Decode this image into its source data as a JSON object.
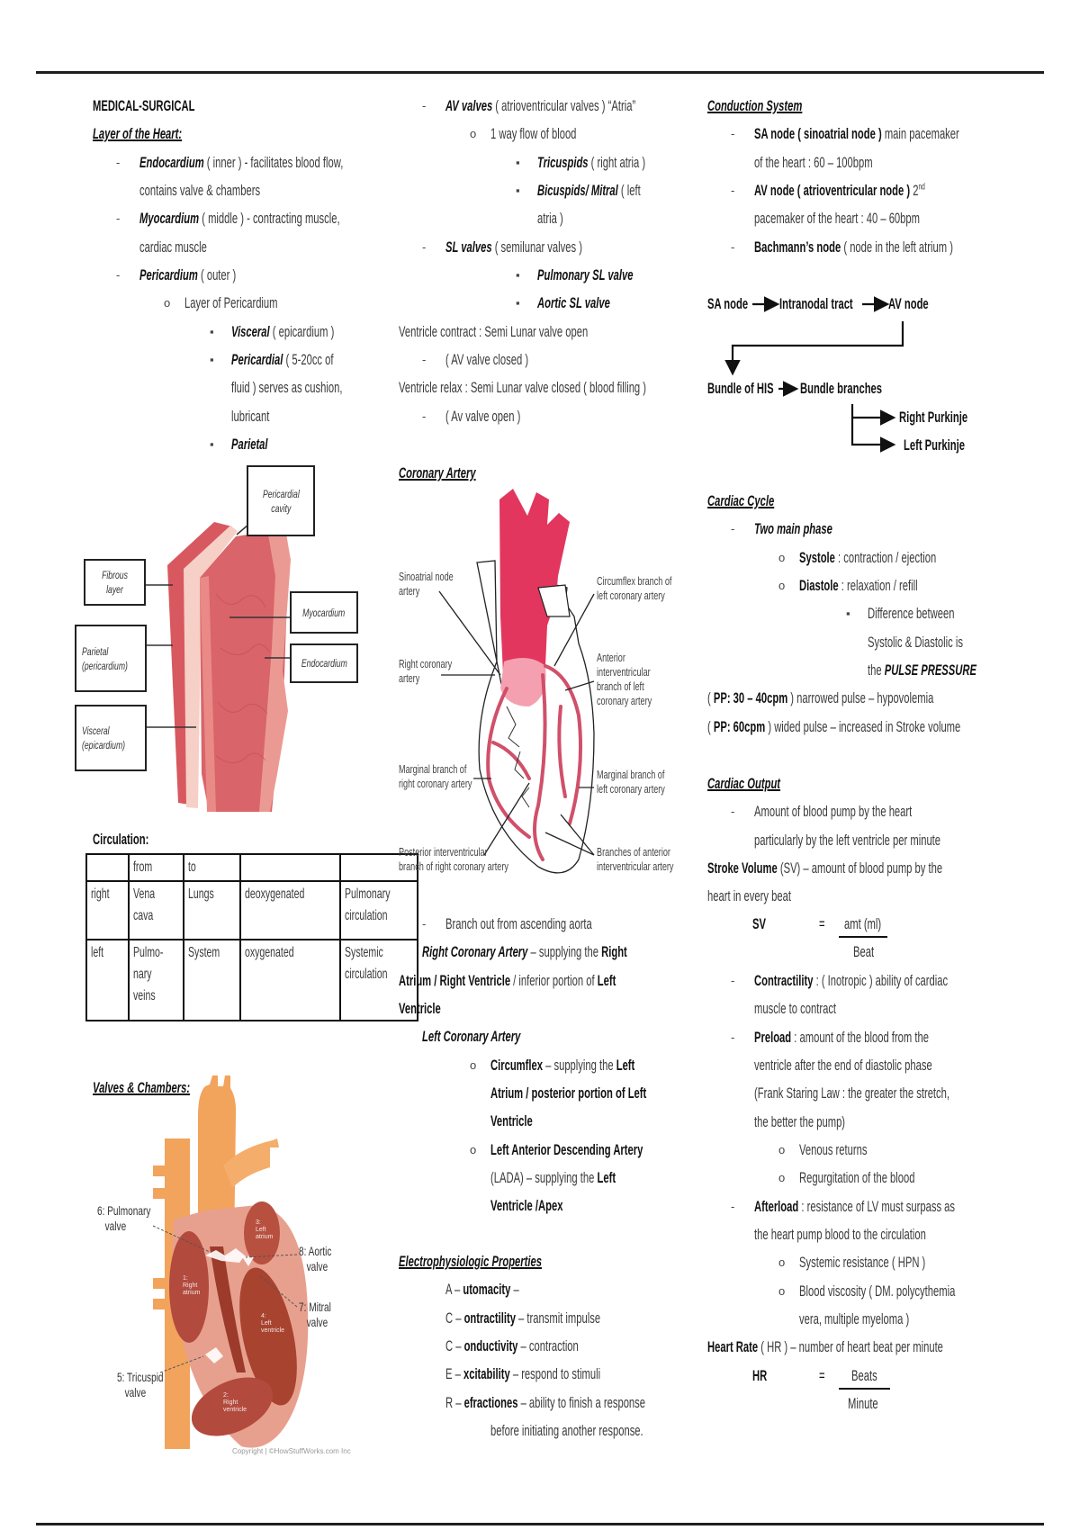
{
  "left": {
    "layers": [
      {
        "lvl": 0,
        "segs": [
          [
            "MEDICAL-SURGICAL",
            "b"
          ]
        ]
      },
      {
        "lvl": 0,
        "segs": [
          [
            "Layer of the Heart:",
            "biu"
          ]
        ]
      },
      {
        "lvl": 1,
        "mark": "dash",
        "segs": [
          [
            "Endocardium",
            "bi"
          ],
          [
            " ( inner ) - facilitates blood flow,",
            ""
          ]
        ]
      },
      {
        "lvl": 1,
        "segs": [
          [
            "contains valve & chambers",
            ""
          ]
        ]
      },
      {
        "lvl": 1,
        "mark": "dash",
        "segs": [
          [
            "Myocardium",
            "bi"
          ],
          [
            " ( middle ) - contracting muscle,",
            ""
          ]
        ]
      },
      {
        "lvl": 1,
        "segs": [
          [
            "cardiac muscle",
            ""
          ]
        ]
      },
      {
        "lvl": 1,
        "mark": "dash",
        "segs": [
          [
            "Pericardium",
            "bi"
          ],
          [
            " ( outer )",
            ""
          ]
        ]
      },
      {
        "lvl": 2,
        "mark": "circle",
        "segs": [
          [
            "Layer of Pericardium",
            ""
          ]
        ]
      },
      {
        "lvl": 3,
        "mark": "square",
        "segs": [
          [
            "Visceral",
            "bi"
          ],
          [
            " ( epicardium )",
            ""
          ]
        ]
      },
      {
        "lvl": 3,
        "mark": "square",
        "segs": [
          [
            "Pericardial",
            "bi"
          ],
          [
            " ( 5-20cc of",
            ""
          ]
        ]
      },
      {
        "lvl": 3,
        "segs": [
          [
            "fluid ) serves as cushion,",
            ""
          ]
        ]
      },
      {
        "lvl": 3,
        "segs": [
          [
            "lubricant",
            ""
          ]
        ]
      },
      {
        "lvl": 3,
        "mark": "square",
        "segs": [
          [
            "Parietal",
            "bi"
          ]
        ]
      }
    ],
    "pericardium_figure": {
      "cavity": [
        "Pericardial",
        "cavity"
      ],
      "fibrous": "Fibrous layer",
      "parietal": [
        "Parietal",
        "(pericardium)"
      ],
      "visceral": [
        "Visceral",
        "(epicardium)"
      ],
      "myocardium": "Myocardium",
      "endocardium": "Endocardium"
    },
    "circulation_title": "Circulation:",
    "circulation_table": {
      "header": [
        "",
        "from",
        "to",
        "",
        ""
      ],
      "rows": [
        [
          [
            "right"
          ],
          [
            "Vena",
            "cava"
          ],
          [
            "Lungs"
          ],
          [
            "deoxygenated"
          ],
          [
            "Pulmonary",
            "circulation"
          ]
        ],
        [
          [
            "left"
          ],
          [
            "Pulmo-",
            "nary",
            "veins"
          ],
          [
            "System"
          ],
          [
            "oxygenated"
          ],
          [
            "Systemic",
            "circulation"
          ]
        ]
      ]
    },
    "valves_title": "Valves & Chambers:",
    "valves_figure": {
      "pulmonary": [
        "6: Pulmonary",
        "valve"
      ],
      "aortic": [
        "8: Aortic",
        "valve"
      ],
      "mitral": [
        "7: Mitral",
        "valve"
      ],
      "tricuspid": [
        "5: Tricuspid",
        "valve"
      ],
      "left_atrium": [
        "3:",
        "Left",
        "atrium"
      ],
      "right_atrium": [
        "1:",
        "Right",
        "atrium"
      ],
      "left_ventricle": [
        "4:",
        "Left",
        "ventricle"
      ],
      "right_ventricle": [
        "2:",
        "Right",
        "ventricle"
      ],
      "credit": "Copyright | ©HowStuffWorks.com Inc"
    }
  },
  "middle": {
    "valves": [
      {
        "lvl": 1,
        "mark": "dash",
        "segs": [
          [
            "AV valves",
            "bi"
          ],
          [
            " ( atrioventricular valves ) “Atria”",
            ""
          ]
        ]
      },
      {
        "lvl": 2,
        "mark": "circle",
        "segs": [
          [
            "1 way flow of blood",
            ""
          ]
        ]
      },
      {
        "lvl": 3,
        "mark": "square",
        "segs": [
          [
            "Tricuspids",
            "bi"
          ],
          [
            " ( right atria )",
            ""
          ]
        ]
      },
      {
        "lvl": 3,
        "mark": "square",
        "segs": [
          [
            "Bicuspids/ Mitral",
            "bi"
          ],
          [
            " ( left",
            ""
          ]
        ]
      },
      {
        "lvl": 3,
        "segs": [
          [
            "atria )",
            ""
          ]
        ]
      },
      {
        "lvl": 1,
        "mark": "dash",
        "segs": [
          [
            "SL valves",
            "bi"
          ],
          [
            " ( semilunar valves )",
            ""
          ]
        ]
      },
      {
        "lvl": 3,
        "mark": "square",
        "segs": [
          [
            "Pulmonary SL valve",
            "bi"
          ]
        ]
      },
      {
        "lvl": 3,
        "mark": "square",
        "segs": [
          [
            "Aortic  SL valve",
            "bi"
          ]
        ]
      },
      {
        "lvl": 0,
        "segs": [
          [
            "Ventricle contract : Semi Lunar valve open",
            ""
          ]
        ]
      },
      {
        "lvl": 1,
        "mark": "dash",
        "segs": [
          [
            "( AV valve closed )",
            ""
          ]
        ]
      },
      {
        "lvl": 0,
        "segs": [
          [
            "Ventricle relax : Semi Lunar valve closed ( blood filling )",
            ""
          ]
        ]
      },
      {
        "lvl": 1,
        "mark": "dash",
        "segs": [
          [
            "( Av valve open )",
            ""
          ]
        ]
      }
    ],
    "coronary_title": [
      {
        "lvl": 0,
        "segs": [
          [
            "Coronary Artery",
            "biu"
          ]
        ]
      }
    ],
    "coronary_figure": {
      "sinoatrial": [
        "Sinoatrial node",
        "artery"
      ],
      "right_coronary": [
        "Right coronary",
        "artery"
      ],
      "marginal_right": [
        "Marginal branch of",
        "right coronary artery"
      ],
      "posterior": [
        "Posterior interventricular",
        "branch of right coronary artery"
      ],
      "circumflex": [
        "Circumflex branch of",
        "left coronary artery"
      ],
      "anterior": [
        "Anterior",
        "interventricular",
        "branch of left",
        "coronary artery"
      ],
      "marginal_left": [
        "Marginal branch of",
        "left coronary artery"
      ],
      "branches": [
        "Branches of anterior",
        "interventricular artery"
      ]
    },
    "coronary_notes": [
      {
        "lvl": 1,
        "mark": "dash",
        "segs": [
          [
            "Branch out from ascending aorta",
            ""
          ]
        ]
      },
      {
        "lvl": "sub",
        "segs": [
          [
            "Right Coronary Artery",
            "bi"
          ],
          [
            " – supplying the ",
            ""
          ],
          [
            "Right",
            "b"
          ]
        ]
      },
      {
        "lvl": 0,
        "segs": [
          [
            "Atrium / Right Ventricle",
            "b"
          ],
          [
            " / inferior portion of ",
            ""
          ],
          [
            "Left",
            "b"
          ]
        ]
      },
      {
        "lvl": 0,
        "segs": [
          [
            "Ventricle",
            "b"
          ]
        ]
      },
      {
        "lvl": "sub",
        "segs": [
          [
            "Left Coronary Artery",
            "bi"
          ]
        ]
      },
      {
        "lvl": 2,
        "mark": "circle",
        "segs": [
          [
            "Circumflex",
            "b"
          ],
          [
            " – supplying the ",
            ""
          ],
          [
            "Left",
            "b"
          ]
        ]
      },
      {
        "lvl": 2,
        "segs": [
          [
            "Atrium / posterior portion of Left",
            "b"
          ]
        ]
      },
      {
        "lvl": 2,
        "segs": [
          [
            "Ventricle",
            "b"
          ]
        ]
      },
      {
        "lvl": 2,
        "mark": "circle",
        "segs": [
          [
            "Left Anterior Descending Artery",
            "b"
          ]
        ]
      },
      {
        "lvl": 2,
        "segs": [
          [
            "(LADA) – supplying the ",
            ""
          ],
          [
            "Left",
            "b"
          ]
        ]
      },
      {
        "lvl": 2,
        "segs": [
          [
            "Ventricle /Apex",
            "b"
          ]
        ]
      }
    ],
    "electro": [
      {
        "lvl": 0,
        "segs": [
          [
            "Electrophysiologic Properties",
            "biu"
          ]
        ]
      },
      {
        "lvl": 1,
        "segs": [
          [
            "A – ",
            ""
          ],
          [
            "utomacity",
            "b"
          ],
          [
            " –",
            ""
          ]
        ]
      },
      {
        "lvl": 1,
        "segs": [
          [
            "C – ",
            ""
          ],
          [
            "ontractility",
            "b"
          ],
          [
            " – transmit impulse",
            ""
          ]
        ]
      },
      {
        "lvl": 1,
        "segs": [
          [
            "C – ",
            ""
          ],
          [
            "onductivity",
            "b"
          ],
          [
            " – contraction",
            ""
          ]
        ]
      },
      {
        "lvl": 1,
        "segs": [
          [
            "E – ",
            ""
          ],
          [
            "xcitability",
            "b"
          ],
          [
            " – respond to stimuli",
            ""
          ]
        ]
      },
      {
        "lvl": 1,
        "segs": [
          [
            "R – ",
            ""
          ],
          [
            "efractiones",
            "b"
          ],
          [
            " – ability to finish a response",
            ""
          ]
        ]
      },
      {
        "lvl": 2,
        "segs": [
          [
            "before initiating another response.",
            ""
          ]
        ]
      }
    ]
  },
  "right": {
    "conduction": [
      {
        "lvl": 0,
        "segs": [
          [
            "Conduction System",
            "biu"
          ]
        ]
      },
      {
        "lvl": 1,
        "mark": "dash",
        "segs": [
          [
            "SA node ( sinoatrial node )",
            "b"
          ],
          [
            " main pacemaker",
            ""
          ]
        ]
      },
      {
        "lvl": 1,
        "segs": [
          [
            "of the heart : 60 – 100bpm",
            ""
          ]
        ]
      },
      {
        "lvl": 1,
        "mark": "dash",
        "segs": [
          [
            "AV node ( atrioventricular node )",
            "b"
          ],
          [
            " 2",
            ""
          ],
          [
            "nd",
            "sup"
          ]
        ]
      },
      {
        "lvl": 1,
        "segs": [
          [
            "pacemaker of the heart : 40 – 60bpm",
            ""
          ]
        ]
      },
      {
        "lvl": 1,
        "mark": "dash",
        "segs": [
          [
            "Bachmann’s node",
            "b"
          ],
          [
            " ( node in the left atrium )",
            ""
          ]
        ]
      }
    ],
    "flow": {
      "sa_node": "SA node",
      "intranodal": "Intranodal tract",
      "av_node": "AV node",
      "bundle_his": "Bundle of HIS",
      "bundle_branches": "Bundle branches",
      "right_purkinje": "Right Purkinje",
      "left_purkinje": "Left Purkinje"
    },
    "cardiac_cycle": [
      {
        "lvl": 0,
        "segs": [
          [
            "Cardiac Cycle",
            "biu"
          ]
        ]
      },
      {
        "lvl": 1,
        "mark": "dash",
        "segs": [
          [
            "Two main phase",
            "bi"
          ]
        ]
      },
      {
        "lvl": 2,
        "mark": "circle",
        "segs": [
          [
            "Systole",
            "b"
          ],
          [
            " :  contraction / ejection",
            ""
          ]
        ]
      },
      {
        "lvl": 2,
        "mark": "circle",
        "segs": [
          [
            "Diastole",
            "b"
          ],
          [
            " :  relaxation / refill",
            ""
          ]
        ]
      },
      {
        "lvl": 3,
        "mark": "square",
        "segs": [
          [
            "Difference between",
            ""
          ]
        ]
      },
      {
        "lvl": 3,
        "segs": [
          [
            "Systolic & Diastolic is",
            ""
          ]
        ]
      },
      {
        "lvl": 3,
        "segs": [
          [
            "the ",
            ""
          ],
          [
            "PULSE PRESSURE",
            "bi"
          ]
        ]
      },
      {
        "lvl": 0,
        "segs": [
          [
            "( ",
            ""
          ],
          [
            "PP: 30 – 40cpm",
            "b"
          ],
          [
            " ) narrowed pulse – hypovolemia",
            ""
          ]
        ]
      },
      {
        "lvl": 0,
        "segs": [
          [
            "( ",
            ""
          ],
          [
            "PP: 60cpm",
            "b"
          ],
          [
            " ) wided pulse – increased in Stroke volume",
            ""
          ]
        ]
      }
    ],
    "cardiac_output": [
      {
        "lvl": 0,
        "segs": [
          [
            "Cardiac Output",
            "biu"
          ]
        ]
      },
      {
        "lvl": 1,
        "mark": "dash",
        "segs": [
          [
            "Amount of blood pump by the heart",
            ""
          ]
        ]
      },
      {
        "lvl": 1,
        "segs": [
          [
            "particularly by the left ventricle per minute",
            ""
          ]
        ]
      },
      {
        "lvl": 0,
        "segs": [
          [
            "Stroke Volume",
            "b"
          ],
          [
            " (SV) – amount of blood pump by the",
            ""
          ]
        ]
      },
      {
        "lvl": 0,
        "segs": [
          [
            "heart in every beat",
            ""
          ]
        ]
      }
    ],
    "sv_formula": {
      "lhs": "SV",
      "eq": "=",
      "num": "amt (ml)",
      "den": "Beat"
    },
    "factors": [
      {
        "lvl": 1,
        "mark": "dash",
        "segs": [
          [
            "Contractility",
            "b"
          ],
          [
            " : ( Inotropic ) ability of cardiac",
            ""
          ]
        ]
      },
      {
        "lvl": 1,
        "segs": [
          [
            "muscle to contract",
            ""
          ]
        ]
      },
      {
        "lvl": 1,
        "mark": "dash",
        "segs": [
          [
            "Preload",
            "b"
          ],
          [
            " : amount of the blood from  the",
            ""
          ]
        ]
      },
      {
        "lvl": 1,
        "segs": [
          [
            "ventricle after the end of diastolic phase",
            ""
          ]
        ]
      },
      {
        "lvl": 1,
        "segs": [
          [
            "(Frank Staring Law : the greater the stretch,",
            ""
          ]
        ]
      },
      {
        "lvl": 1,
        "segs": [
          [
            "the better the pump)",
            ""
          ]
        ]
      },
      {
        "lvl": 2,
        "mark": "circle",
        "segs": [
          [
            "Venous returns",
            ""
          ]
        ]
      },
      {
        "lvl": 2,
        "mark": "circle",
        "segs": [
          [
            "Regurgitation of the blood",
            ""
          ]
        ]
      },
      {
        "lvl": 1,
        "mark": "dash",
        "segs": [
          [
            "Afterload",
            "b"
          ],
          [
            " : resistance of LV must surpass as",
            ""
          ]
        ]
      },
      {
        "lvl": 1,
        "segs": [
          [
            "the heart pump blood to the circulation",
            ""
          ]
        ]
      },
      {
        "lvl": 2,
        "mark": "circle",
        "segs": [
          [
            "Systemic resistance ( HPN )",
            ""
          ]
        ]
      },
      {
        "lvl": 2,
        "mark": "circle",
        "segs": [
          [
            "Blood viscosity ( DM. polycythemia",
            ""
          ]
        ]
      },
      {
        "lvl": 2,
        "segs": [
          [
            "vera, multiple myeloma )",
            ""
          ]
        ]
      },
      {
        "lvl": 0,
        "segs": [
          [
            "Heart Rate",
            "b"
          ],
          [
            " ( HR ) – number of heart beat per minute",
            ""
          ]
        ]
      }
    ],
    "hr_formula": {
      "lhs": "HR",
      "eq": "=",
      "num": "Beats",
      "den": "Minute"
    }
  },
  "marks": {
    "dash": "-",
    "circle": "o",
    "square": "▪"
  },
  "colors": {
    "rule": "#1e1e1e",
    "artery": "#e2365e",
    "heart_orange": "#f2a35c",
    "muscle": "#d9646a"
  }
}
